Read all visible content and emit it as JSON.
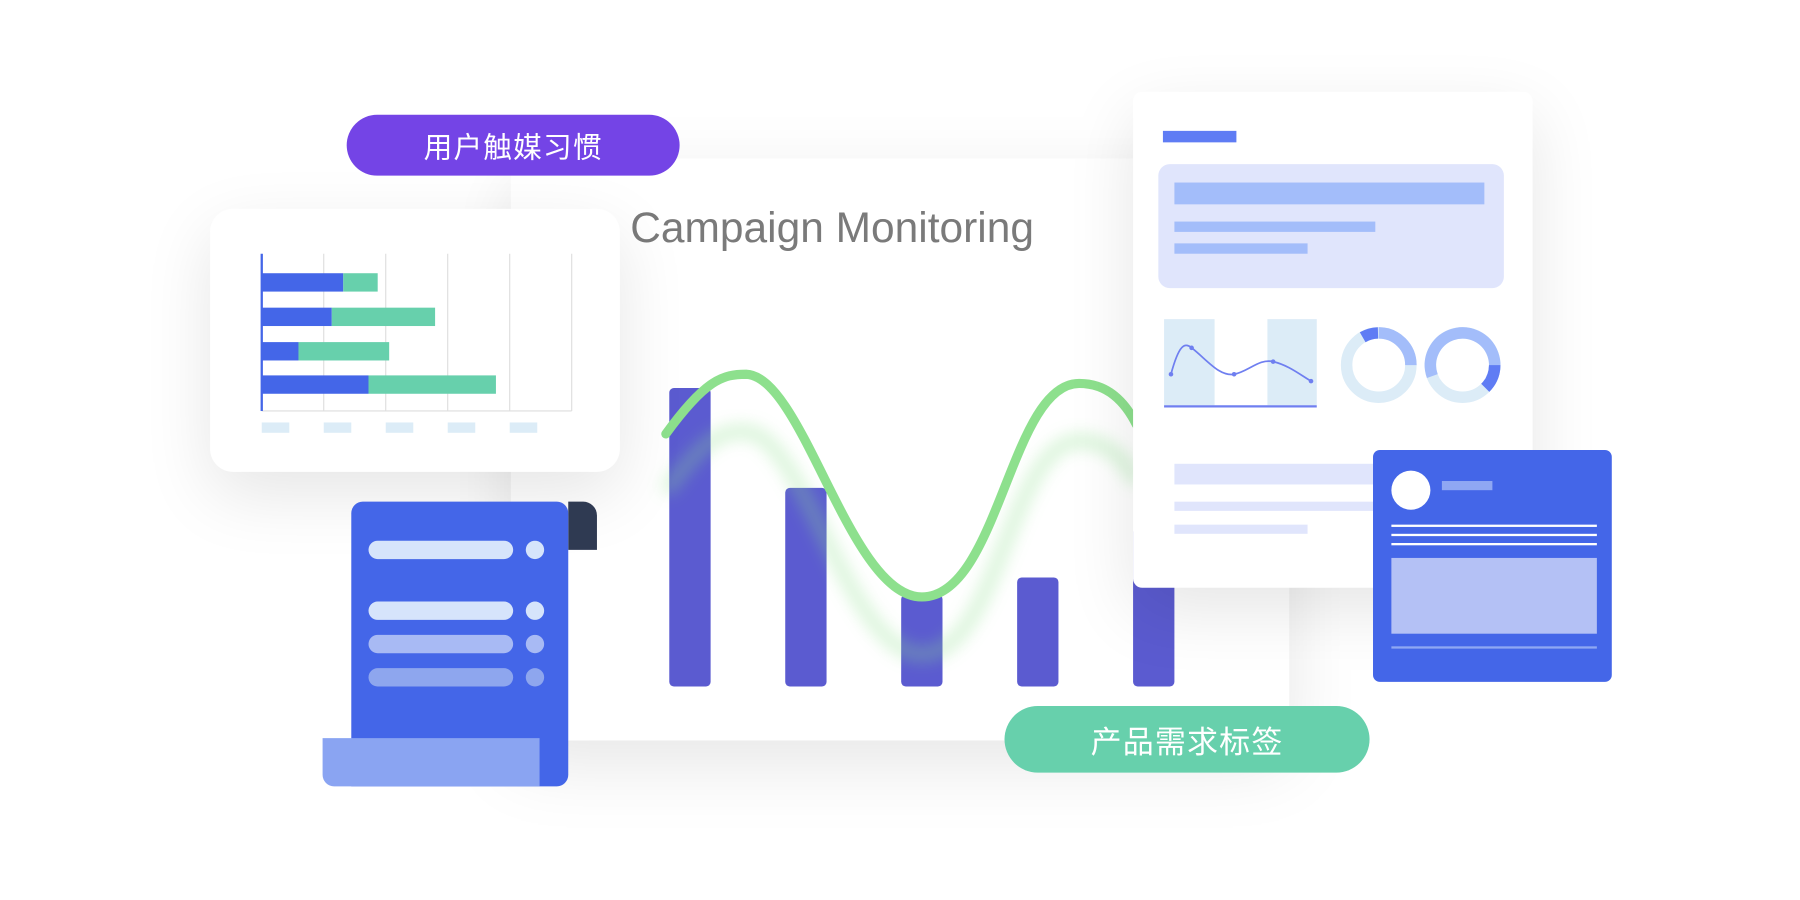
{
  "main_card": {
    "title": "Campaign Monitoring"
  },
  "tags": {
    "user_habits": "用户触媒习惯",
    "product_demand": "产品需求标签"
  },
  "colors": {
    "purple_pill": "#7444e6",
    "green_pill": "#67d0ac",
    "bar_purple": "#5b5bd0",
    "curve_green": "#8de08d",
    "primary_blue": "#4466e8",
    "dark_cap": "#2f3a52",
    "lavender": "#e0e5fc",
    "light_blue": "#a3bdfa",
    "pale_blue": "#dcecf7"
  },
  "icons": [
    "document-scroll-icon",
    "profile-card-icon",
    "donut-chart-icon",
    "line-chart-icon"
  ]
}
